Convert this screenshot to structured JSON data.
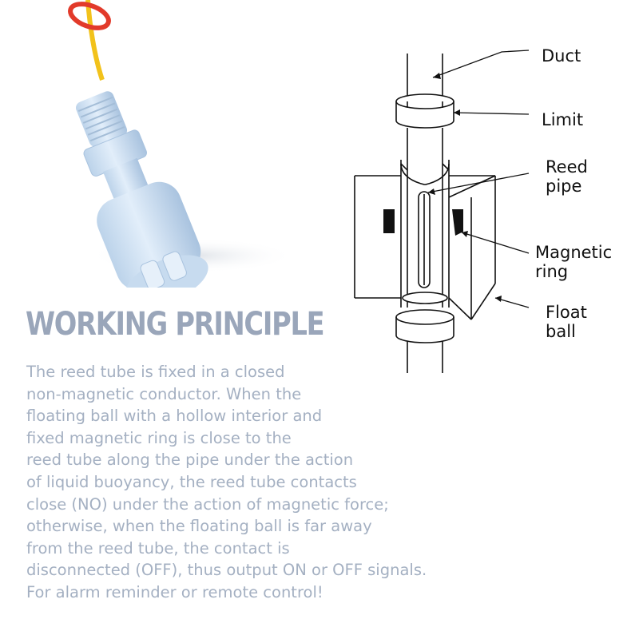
{
  "diagram": {
    "labels": {
      "duct": "Duct",
      "limit": "Limit",
      "reed_pipe": [
        "Reed",
        "pipe"
      ],
      "magnetic_ring": [
        "Magnetic",
        "ring"
      ],
      "float_ball": [
        "Float",
        "ball"
      ]
    }
  },
  "heading": "WORKING PRINCIPLE",
  "description_lines": [
    "The reed tube is fixed in a closed",
    "non-magnetic conductor. When the",
    "floating ball with a hollow interior and",
    "fixed magnetic ring is close to the",
    "reed tube along the pipe under the action",
    "of liquid buoyancy, the reed tube contacts",
    "close (NO) under the action of magnetic force;",
    "otherwise, when the floating ball is far away",
    "from the reed tube, the contact is",
    "disconnected (OFF), thus output ON or OFF signals.",
    "For alarm reminder or remote control!"
  ],
  "colors": {
    "heading": "#9aa6ba",
    "body_text": "#a4b0c2",
    "sensor_body": "#cfe1f2",
    "o_ring": "#e23a2a",
    "wire": "#f2c21b"
  }
}
